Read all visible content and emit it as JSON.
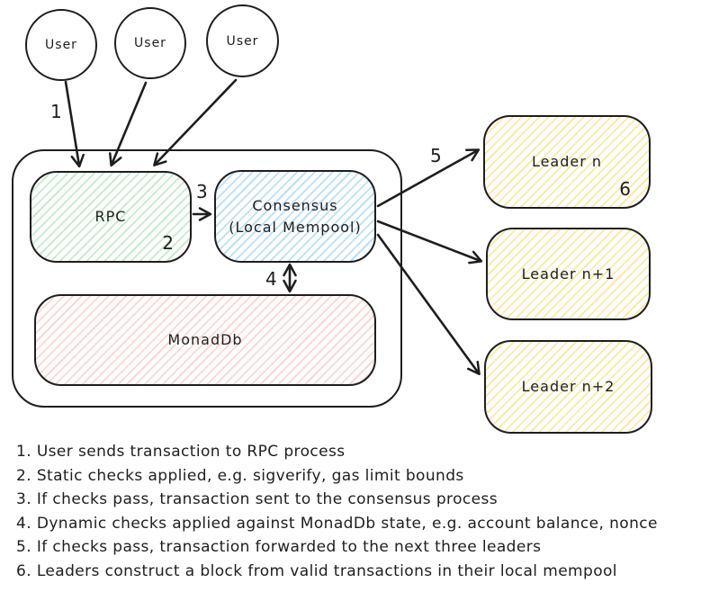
{
  "diagram": {
    "users": [
      "User",
      "User",
      "User"
    ],
    "rpc": {
      "label": "RPC",
      "step_badge": "2"
    },
    "consensus": {
      "label": "Consensus\n(Local Mempool)"
    },
    "monaddb": {
      "label": "MonadDb"
    },
    "leaders": [
      {
        "label": "Leader n",
        "step_badge": "6"
      },
      {
        "label": "Leader n+1"
      },
      {
        "label": "Leader n+2"
      }
    ],
    "arrow_labels": {
      "user_to_rpc": "1",
      "rpc_to_consensus": "3",
      "consensus_monaddb": "4",
      "consensus_to_leaders": "5"
    },
    "colors": {
      "stroke": "#1e1e1e",
      "rpc_fill": "#40c057",
      "consensus_fill": "#4dabf7",
      "monaddb_fill": "#ff8787",
      "leader_fill": "#ffd43b"
    }
  },
  "steps": [
    "1. User sends transaction to RPC process",
    "2. Static checks applied, e.g. sigverify, gas limit bounds",
    "3. If checks pass, transaction sent to the consensus process",
    "4. Dynamic checks applied against MonadDb state, e.g. account balance, nonce",
    "5. If checks pass, transaction forwarded to the next three leaders",
    "6. Leaders construct a block from valid transactions in their local mempool"
  ]
}
